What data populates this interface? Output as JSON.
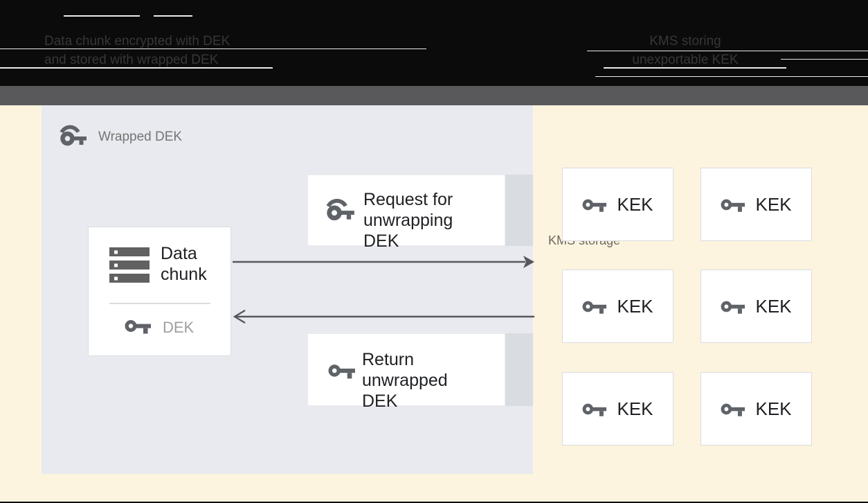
{
  "header": {
    "left_caption": {
      "line1": "Data chunk encrypted with DEK",
      "line2": "and stored with wrapped DEK"
    },
    "right_caption": {
      "line1": "KMS storing",
      "line2": "unexportable KEK"
    }
  },
  "diagram": {
    "wrapped_container": {
      "label": "Wrapped DEK"
    },
    "data_chunk_box": {
      "title": "Data chunk",
      "key_label": "DEK"
    },
    "request_box": {
      "label": "Request for unwrapping DEK"
    },
    "return_box": {
      "label": "Return unwrapped DEK"
    },
    "kms": {
      "label": "KMS storage",
      "kek_boxes": [
        {
          "label": "KEK"
        },
        {
          "label": "KEK"
        },
        {
          "label": "KEK"
        },
        {
          "label": "KEK"
        },
        {
          "label": "KEK"
        },
        {
          "label": "KEK"
        }
      ]
    }
  },
  "icons": {
    "wrapped-key-icon": "outlined key with swoosh (wrapped key)",
    "key-icon": "solid key glyph",
    "server-icon": "stacked data chunk bars",
    "arrow-right-icon": "solid right arrowhead",
    "arrow-left-icon": "open left chevron arrowhead"
  },
  "colors": {
    "header_bg": "#0b0b0b",
    "header_text": "#373737",
    "strip": "#59595b",
    "cream_bg": "#fcf4df",
    "container_bg": "#e8eaef",
    "box_border": "#dadce0",
    "tail": "#d9dce1",
    "arrow": "#55575a",
    "icon_gray": "#5f6368",
    "muted_text": "#757575",
    "dark_text": "#202124",
    "dek_text": "#9e9e9e",
    "kms_label_text": "#6e6a5f"
  }
}
